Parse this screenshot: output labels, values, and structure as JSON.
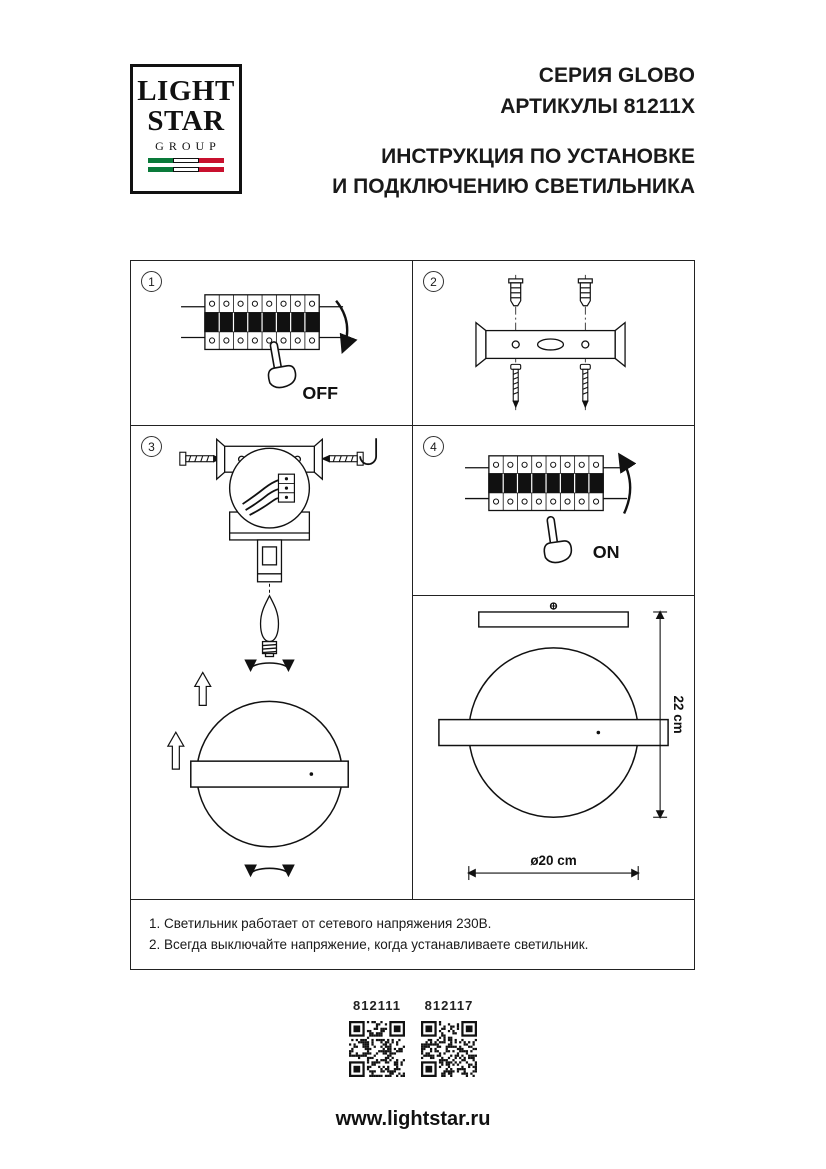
{
  "header": {
    "series": "СЕРИЯ GLOBO",
    "articles": "АРТИКУЛЫ 81211X",
    "instruction_line1": "ИНСТРУКЦИЯ ПО УСТАНОВКЕ",
    "instruction_line2": "И ПОДКЛЮЧЕНИЮ СВЕТИЛЬНИКА"
  },
  "logo": {
    "line1": "LIGHT",
    "line2": "STAR",
    "line3": "GROUP"
  },
  "steps": [
    {
      "number": "1",
      "label": "OFF"
    },
    {
      "number": "2",
      "label": ""
    },
    {
      "number": "3",
      "label": ""
    },
    {
      "number": "4",
      "label": "ON"
    }
  ],
  "dimensions": {
    "height": "22 cm",
    "diameter": "ø20 cm"
  },
  "notes": [
    "1. Светильник работает от сетевого напряжения 230В.",
    "2. Всегда выключайте напряжение, когда устанавливаете светильник."
  ],
  "qr_codes": [
    {
      "label": "812111"
    },
    {
      "label": "812117"
    }
  ],
  "footer": {
    "website": "www.lightstar.ru"
  }
}
